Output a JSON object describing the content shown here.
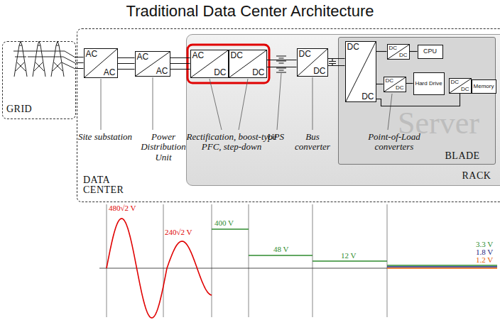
{
  "diagram": {
    "title": "Traditional Data Center Architecture",
    "nodes": [
      {
        "text": [
          "GRID"
        ]
      },
      {
        "text": [
          "DATA CENTER"
        ]
      },
      {
        "text": [
          "AC",
          "AC"
        ],
        "in": 1
      },
      {
        "text": [
          "AC",
          "AC"
        ],
        "in": 1
      },
      {
        "text": [
          "RACK"
        ],
        "in": 1
      },
      {
        "text": [
          "AC",
          "DC"
        ],
        "in": 4
      },
      {
        "text": [
          "DC",
          "DC"
        ],
        "in": 4
      },
      {
        "text": [
          "DC",
          "DC"
        ],
        "in": 4
      },
      {
        "text": [
          "BLADE"
        ],
        "in": 4
      },
      {
        "text": [
          "DC",
          "DC"
        ],
        "in": 8
      },
      {
        "text": [
          "DC",
          "DC"
        ],
        "in": 8
      },
      {
        "text": [
          "CPU"
        ],
        "in": 8
      },
      {
        "text": [
          "DC",
          "DC"
        ],
        "in": 8
      },
      {
        "text": [
          "Hard Drive"
        ],
        "in": 8
      },
      {
        "text": [
          "DC",
          "DC"
        ],
        "in": 8
      },
      {
        "text": [
          "Memory"
        ],
        "in": 8
      }
    ],
    "edges": [
      {
        "from": 0,
        "to": 2,
        "arrow": "none"
      },
      {
        "from": 2,
        "to": 3,
        "arrow": "none"
      },
      {
        "from": 3,
        "to": 5,
        "arrow": "none"
      },
      {
        "from": 6,
        "to": 7,
        "arrow": "none"
      },
      {
        "from": 7,
        "to": 9,
        "arrow": "none"
      },
      {
        "from": 9,
        "to": 10,
        "arrow": "none"
      },
      {
        "from": 10,
        "to": 11,
        "arrow": "none"
      },
      {
        "from": 9,
        "to": 12,
        "arrow": "none"
      },
      {
        "from": 12,
        "to": 13,
        "arrow": "none"
      },
      {
        "from": 9,
        "to": 14,
        "arrow": "none"
      },
      {
        "from": 14,
        "to": 15,
        "arrow": "none"
      }
    ],
    "labels": [
      "Site substation",
      "Power Distribution Unit",
      "Rectification, boost-type PFC, step-down",
      "UPS",
      "Bus converter",
      "Point-of-Load converters",
      "Server",
      "480√2 V",
      "240√2 V",
      "400 V",
      "48 V",
      "12 V",
      "3.3 V",
      "1.8 V",
      "1.2 V"
    ]
  }
}
